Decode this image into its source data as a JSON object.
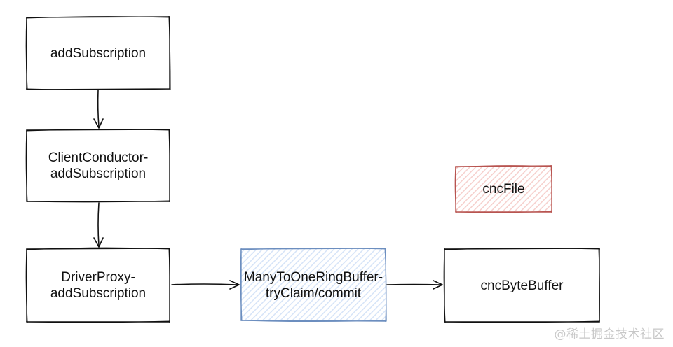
{
  "diagram": {
    "nodes": {
      "add_subscription": {
        "lines": [
          "addSubscription"
        ]
      },
      "client_conductor": {
        "lines": [
          "ClientConductor-",
          "addSubscription"
        ]
      },
      "driver_proxy": {
        "lines": [
          "DriverProxy-",
          "addSubscription"
        ]
      },
      "ring_buffer": {
        "lines": [
          "ManyToOneRingBuffer-",
          "tryClaim/commit"
        ]
      },
      "cnc_byte_buffer": {
        "lines": [
          "cncByteBuffer"
        ]
      },
      "cnc_file": {
        "lines": [
          "cncFile"
        ]
      }
    },
    "colors": {
      "stroke": "#111111",
      "blue_stroke": "#6c8ebf",
      "blue_hatch": "#dae8fc",
      "red_stroke": "#b85450",
      "red_hatch": "#f8cecc"
    }
  },
  "watermark": "@稀土掘金技术社区"
}
